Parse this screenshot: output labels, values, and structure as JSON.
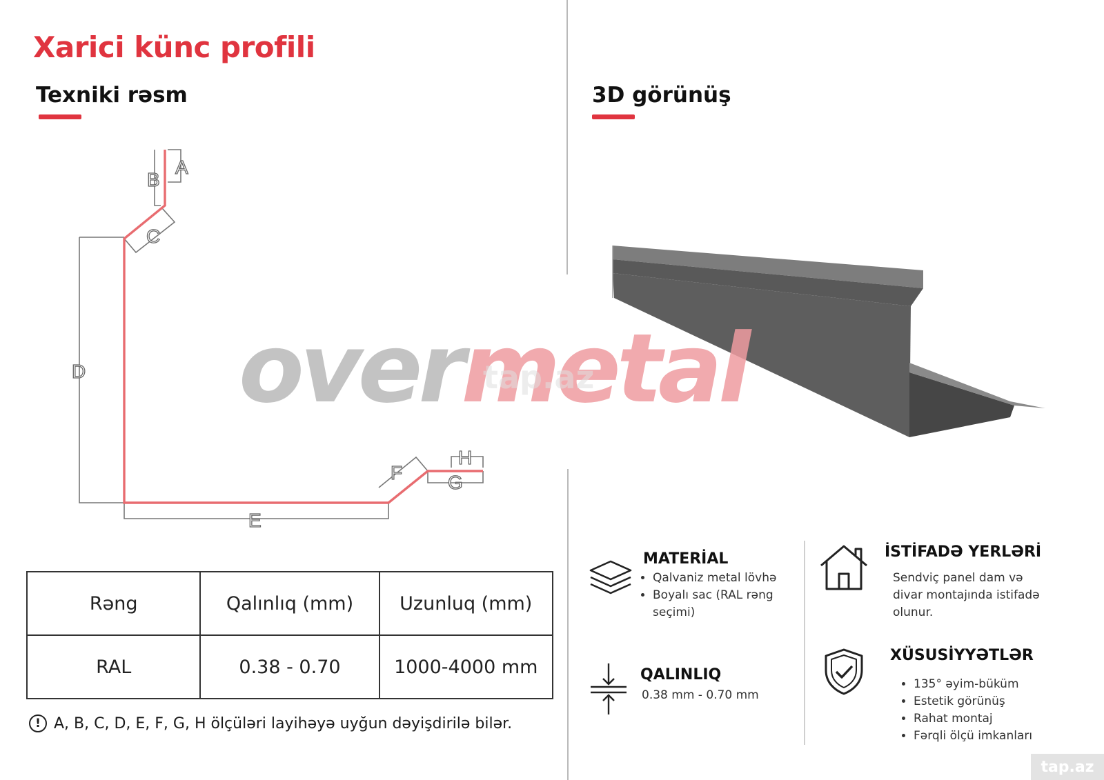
{
  "title": "Xarici künc profili",
  "left_heading": "Texniki rəsm",
  "right_heading": "3D görünüş",
  "drawing_labels": {
    "A": "A",
    "B": "B",
    "C": "C",
    "D": "D",
    "E": "E",
    "F": "F",
    "G": "G",
    "H": "H"
  },
  "watermark": {
    "part1": "over",
    "part2": "metal",
    "faint": "tap.az"
  },
  "table": {
    "headers": [
      "Rəng",
      "Qalınlıq (mm)",
      "Uzunluq (mm)"
    ],
    "row": [
      "RAL",
      "0.38 - 0.70",
      "1000-4000 mm"
    ]
  },
  "note": "A, B, C, D, E, F, G, H  ölçüləri layihəyə uyğun dəyişdirilə bilər.",
  "material": {
    "heading": "MATERİAL",
    "items": [
      "Qalvaniz metal lövhə",
      "Boyalı sac (RAL rəng seçimi)"
    ]
  },
  "thickness": {
    "heading": "QALINLIQ",
    "value": "0.38 mm - 0.70 mm"
  },
  "usage": {
    "heading": "İSTİFADƏ YERLƏRİ",
    "text": "Sendviç panel dam və divar montajında istifadə olunur."
  },
  "features": {
    "heading": "XÜSUSİYYƏTLƏR",
    "items": [
      "135° əyim-büküm",
      "Estetik görünüş",
      "Rahat montaj",
      "Fərqli ölçü imkanları"
    ]
  },
  "brand": "tap.az",
  "colors": {
    "accent": "#e0343f",
    "profile_dark": "#5b5b5b",
    "line_gray": "#777777"
  }
}
